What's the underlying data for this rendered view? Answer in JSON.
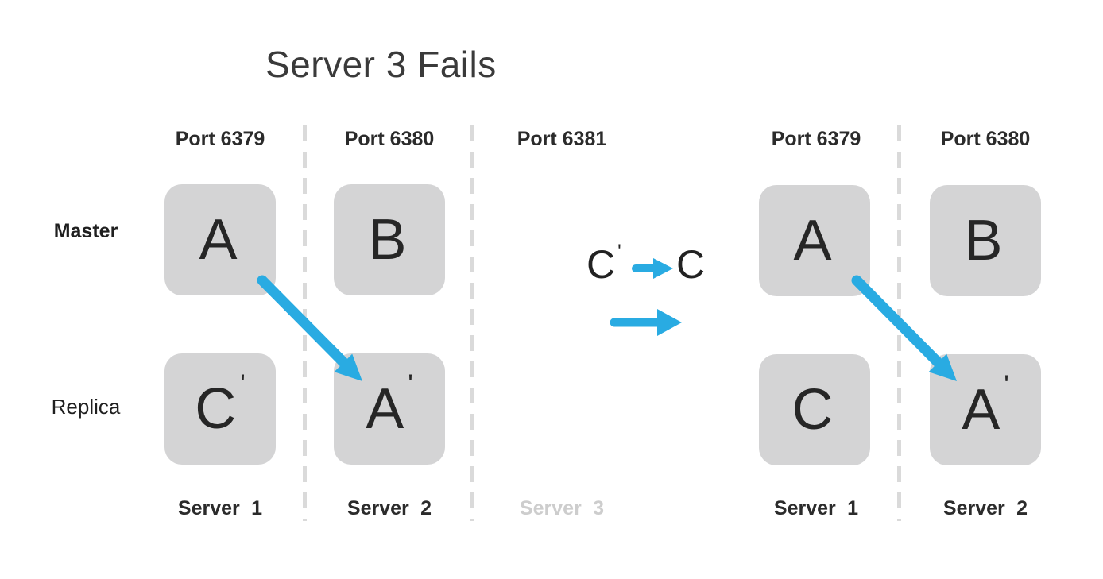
{
  "title": "Server 3 Fails",
  "palette": {
    "arrow_blue": "#29abe2",
    "node_gray": "#d4d4d5",
    "divider_gray": "#dadada",
    "label_dark": "#2b2b2b",
    "failed_server_gray": "#cdcdcd"
  },
  "left_panel": {
    "ports": [
      "Port 6379",
      "Port 6380",
      "Port 6381"
    ],
    "row_labels": {
      "master": "Master",
      "replica": "Replica"
    },
    "nodes": {
      "master": [
        {
          "letter": "A",
          "prime": ""
        },
        {
          "letter": "B",
          "prime": ""
        }
      ],
      "replica": [
        {
          "letter": "C",
          "prime": "'"
        },
        {
          "letter": "A",
          "prime": "'"
        }
      ]
    },
    "servers": [
      "Server 1",
      "Server 2",
      "Server 3"
    ],
    "failed_server": "Server 3"
  },
  "transition": {
    "from_letter": "C",
    "from_prime": "'",
    "to_letter": "C"
  },
  "right_panel": {
    "ports": [
      "Port 6379",
      "Port 6380"
    ],
    "nodes": {
      "master": [
        {
          "letter": "A",
          "prime": ""
        },
        {
          "letter": "B",
          "prime": ""
        }
      ],
      "replica": [
        {
          "letter": "C",
          "prime": ""
        },
        {
          "letter": "A",
          "prime": "'"
        }
      ]
    },
    "servers": [
      "Server 1",
      "Server 2"
    ]
  }
}
